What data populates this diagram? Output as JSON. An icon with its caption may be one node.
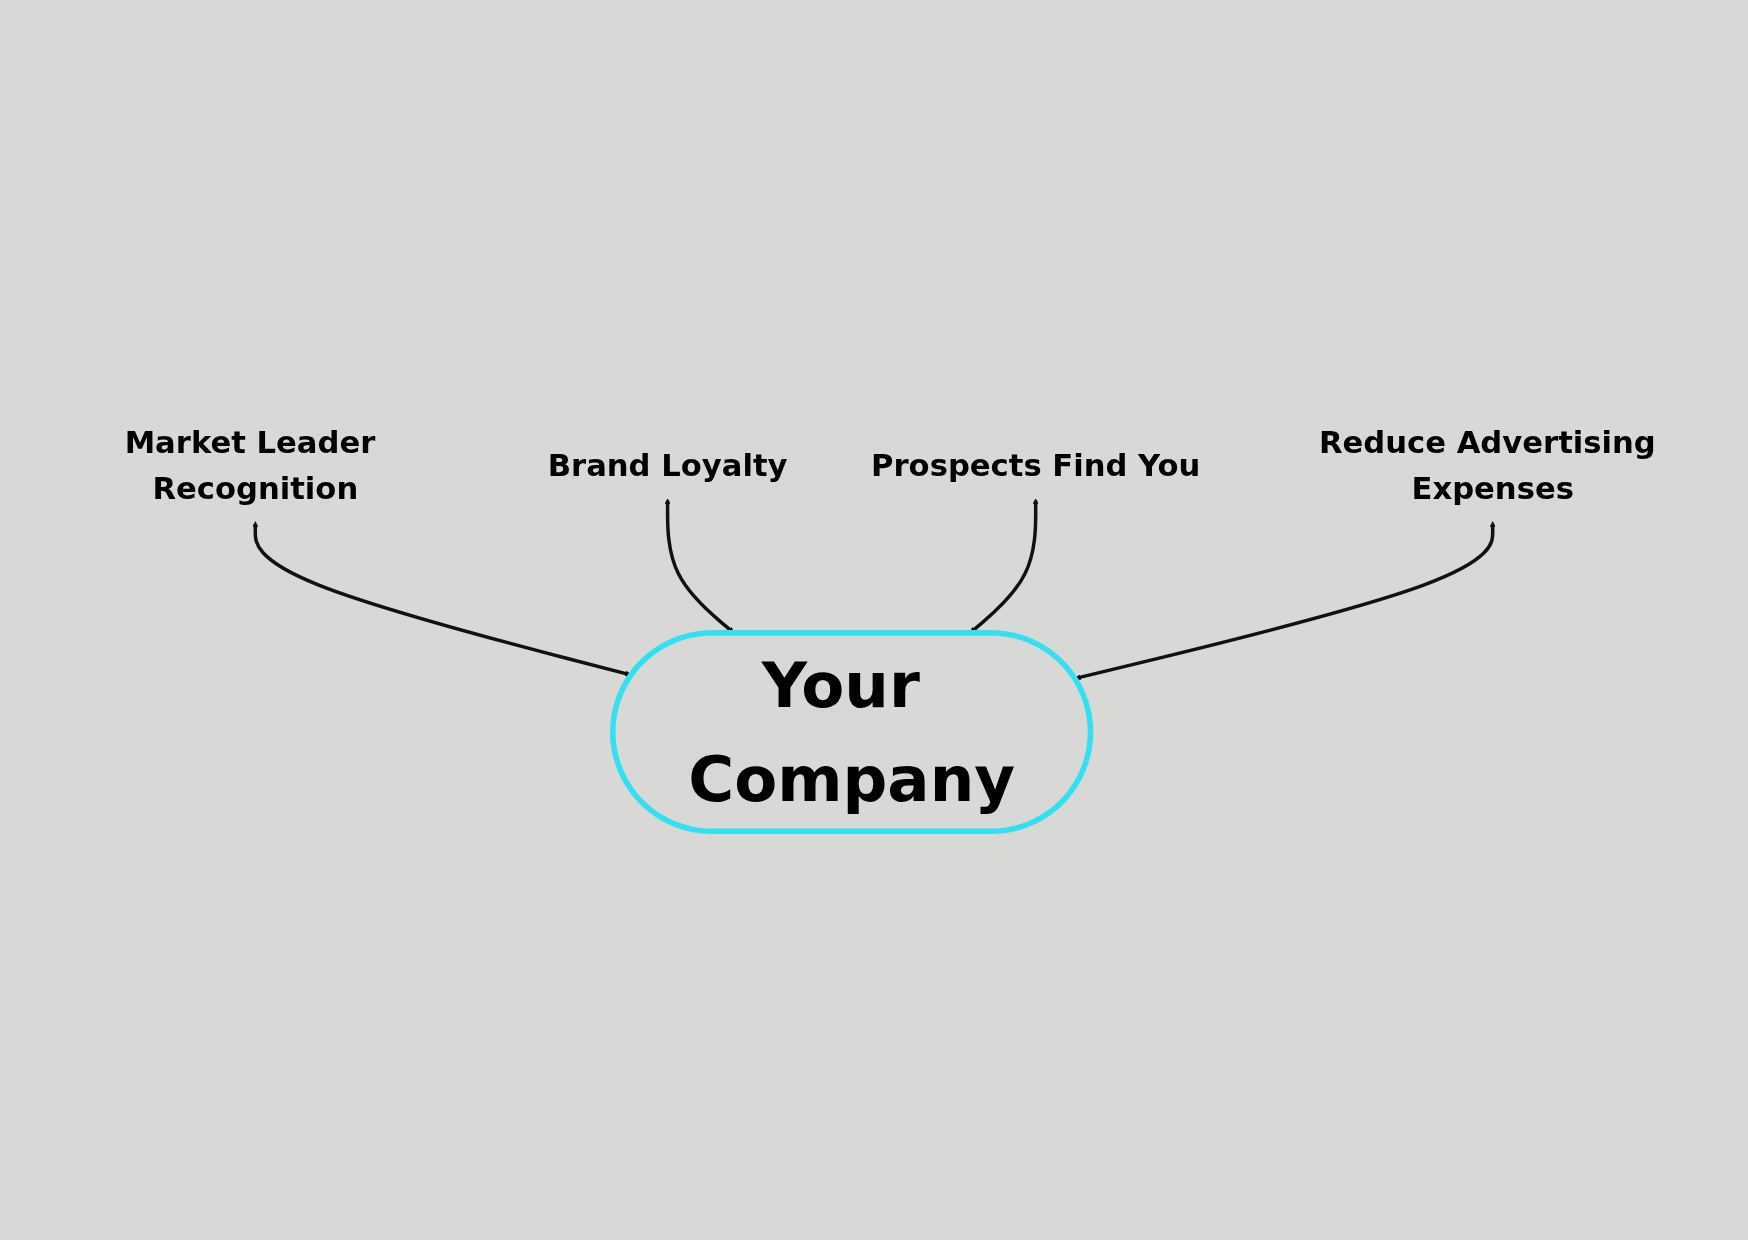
{
  "diagram": {
    "nodes": [
      {
        "text": [
          "Market Leader Recognition"
        ]
      },
      {
        "text": [
          "Brand Loyalty"
        ]
      },
      {
        "text": [
          "Prospects Find You"
        ]
      },
      {
        "text": [
          "Reduce Advertising Expenses"
        ]
      },
      {
        "text": [
          "Your Company"
        ]
      }
    ],
    "edges": [
      {
        "from": 4,
        "to": 0,
        "arrow": "both"
      },
      {
        "from": 4,
        "to": 1,
        "arrow": "both"
      },
      {
        "from": 4,
        "to": 2,
        "arrow": "both"
      },
      {
        "from": 4,
        "to": 3,
        "arrow": "both"
      }
    ]
  }
}
